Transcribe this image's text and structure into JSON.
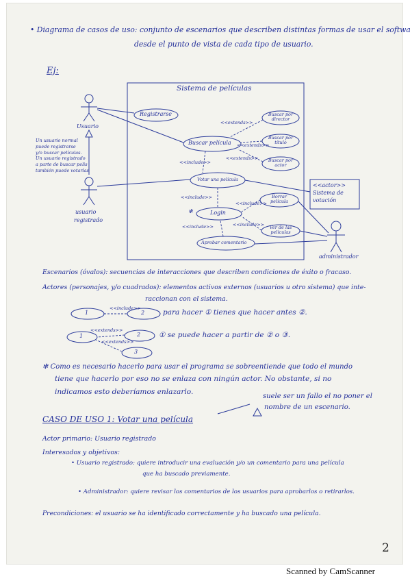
{
  "header": {
    "line1": "• Diagrama de casos de uso: conjunto de escenarios que describen distintas formas de usar el software,",
    "line2": "desde el punto de vista de cada tipo de usuario."
  },
  "example_label": "Ej:",
  "diagram": {
    "system_title": "Sistema de películas",
    "actors": {
      "usuario": "Usuario",
      "usuario_registrado_1": "usuario",
      "usuario_registrado_2": "registrado",
      "administrador": "administrador"
    },
    "use_cases": {
      "registrarse": "Registrarse",
      "buscar_pelicula": "Buscar película",
      "buscar_director": "Buscar por director",
      "buscar_titulo": "Buscar por título",
      "buscar_actor": "Buscar por actor",
      "votar": "Votar una película",
      "login": "Login",
      "borrar": "Borrar película",
      "ver_votos": "Ver de las películas",
      "aprobar": "Aprobar comentario"
    },
    "relations": {
      "extends": "<<extends>>",
      "include": "<<include>>"
    },
    "actor_note": [
      "Un usuario normal",
      "puede registrarse",
      "y/o buscar películas.",
      "Un usuario registrado",
      "a parte de buscar pelis",
      "también puede votarlas"
    ],
    "external_box": [
      "<<actor>>",
      "Sistema de",
      "votación"
    ]
  },
  "definitions": {
    "escenarios": "Escenarios (óvalos): secuencias de interacciones que describen condiciones de éxito o fracaso.",
    "actores_1": "Actores (personajes, y/o cuadrados): elementos activos externos (usuarios u otro sistema) que inte-",
    "actores_2": "raccionan con el sistema.",
    "include_example": "para hacer ① tienes que hacer antes ②.",
    "extend_example": "① se puede hacer a partir de ② o ③.",
    "note_1": "Como es necesario hacerlo para usar el programa se sobreentiende que todo el mundo",
    "note_2": "tiene que hacerlo por eso no se enlaza con ningún actor. No obstante, si no",
    "note_3": "indicamos esto deberíamos enlazarlo.",
    "warning_1": "suele ser un fallo el no poner el",
    "warning_2": "nombre de un escenario."
  },
  "case": {
    "title": "CASO DE USO 1: Votar una película",
    "primary_actor": "Actor primario: Usuario registrado",
    "stakeholders": "Interesados y objetivos:",
    "bullet1_a": "• Usuario registrado: quiere introducir una evaluación y/o un comentario para una película",
    "bullet1_b": "que ha buscado previamente.",
    "bullet2": "• Administrador: quiere revisar los comentarios de los usuarios para aprobarlos o retirarlos.",
    "preconditions": "Precondiciones: el usuario se ha identificado correctamente y ha buscado una película."
  },
  "page_number": "2",
  "footer": "Scanned by CamScanner"
}
